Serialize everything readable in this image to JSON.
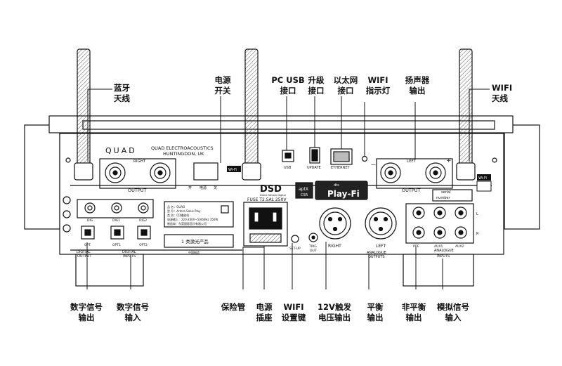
{
  "callouts_top": [
    {
      "id": "bt-antenna",
      "lines": [
        "蓝牙",
        "天线"
      ]
    },
    {
      "id": "power-switch",
      "lines": [
        "电源",
        "开关"
      ]
    },
    {
      "id": "pc-usb",
      "lines": [
        "PC USB",
        "接口"
      ]
    },
    {
      "id": "upgrade",
      "lines": [
        "升级",
        "接口"
      ]
    },
    {
      "id": "ethernet",
      "lines": [
        "以太网",
        "接口"
      ]
    },
    {
      "id": "wifi-led",
      "lines": [
        "WIFI",
        "指示灯"
      ]
    },
    {
      "id": "speaker-out",
      "lines": [
        "扬声器",
        "输出"
      ]
    },
    {
      "id": "wifi-antenna",
      "lines": [
        "WIFI",
        "天线"
      ]
    }
  ],
  "callouts_bottom": [
    {
      "id": "digital-out",
      "lines": [
        "数字信号",
        "输出"
      ]
    },
    {
      "id": "digital-in",
      "lines": [
        "数字信号",
        "输入"
      ]
    },
    {
      "id": "fuse",
      "lines": [
        "保险管"
      ]
    },
    {
      "id": "power-socket",
      "lines": [
        "电源",
        "插座"
      ]
    },
    {
      "id": "wifi-setup",
      "lines": [
        "WIFI",
        "设置键"
      ]
    },
    {
      "id": "trigger-out",
      "lines": [
        "12V触发",
        "电压输出"
      ]
    },
    {
      "id": "balanced-out",
      "lines": [
        "平衡",
        "输出"
      ]
    },
    {
      "id": "unbalanced-out",
      "lines": [
        "非平衡",
        "输出"
      ]
    },
    {
      "id": "analogue-in",
      "lines": [
        "模拟信号",
        "输入"
      ]
    }
  ],
  "panel": {
    "brand": "QUAD",
    "maker": "QUAD ELECTROACOUSTICS",
    "location": "HUNTINGDON, UK",
    "right": "RIGHT",
    "left": "LEFT",
    "output": "OUTPUT",
    "switch_labels": [
      "开",
      "电源",
      "关"
    ],
    "usb": "USB",
    "update": "UPDATE",
    "ethernet": "ETHERNET",
    "dsd": "DSD",
    "dsd_sub": "Direct Stream Digital",
    "aptx": "aptX",
    "aptx_sub": "CSR",
    "dts": "dts",
    "playfi": "Play-Fi",
    "fuse": "FUSE T2.5AL 250V",
    "serial": [
      "serial",
      "number"
    ],
    "dig": [
      "DIG",
      "DIG1",
      "DIG2"
    ],
    "opt": [
      "OPT",
      "OPT1",
      "OPT2"
    ],
    "digital_output": [
      "DIGITAL",
      "OUTPUT"
    ],
    "digital_inputs": [
      "DIGITAL",
      "INPUTS"
    ],
    "set_up": "SET-UP",
    "trig_out": [
      "TRIG",
      "OUT"
    ],
    "xlr_right": "RIGHT",
    "xlr_left": "LEFT",
    "analogue_outputs": [
      "ANALOGUE",
      "OUTPUTS"
    ],
    "analogue_inputs": [
      "ANALOGUE",
      "INPUTS"
    ],
    "rca_labels": [
      "PRE",
      "AUX1",
      "AUX2"
    ],
    "rca_lr": [
      "L",
      "R"
    ],
    "laser": "1 类激光产品",
    "made_in": "中国制造",
    "wifi_tag": "Wi-Fi",
    "label_lines": [
      "品 名：QUAD",
      "型 号：Artera Solus Play",
      "类 别：CD播放机",
      "电源输入：220-240V~50/60Hz 350W",
      "制造商：东莞国际音乐有限公司"
    ],
    "plus": "+",
    "minus": "—"
  }
}
